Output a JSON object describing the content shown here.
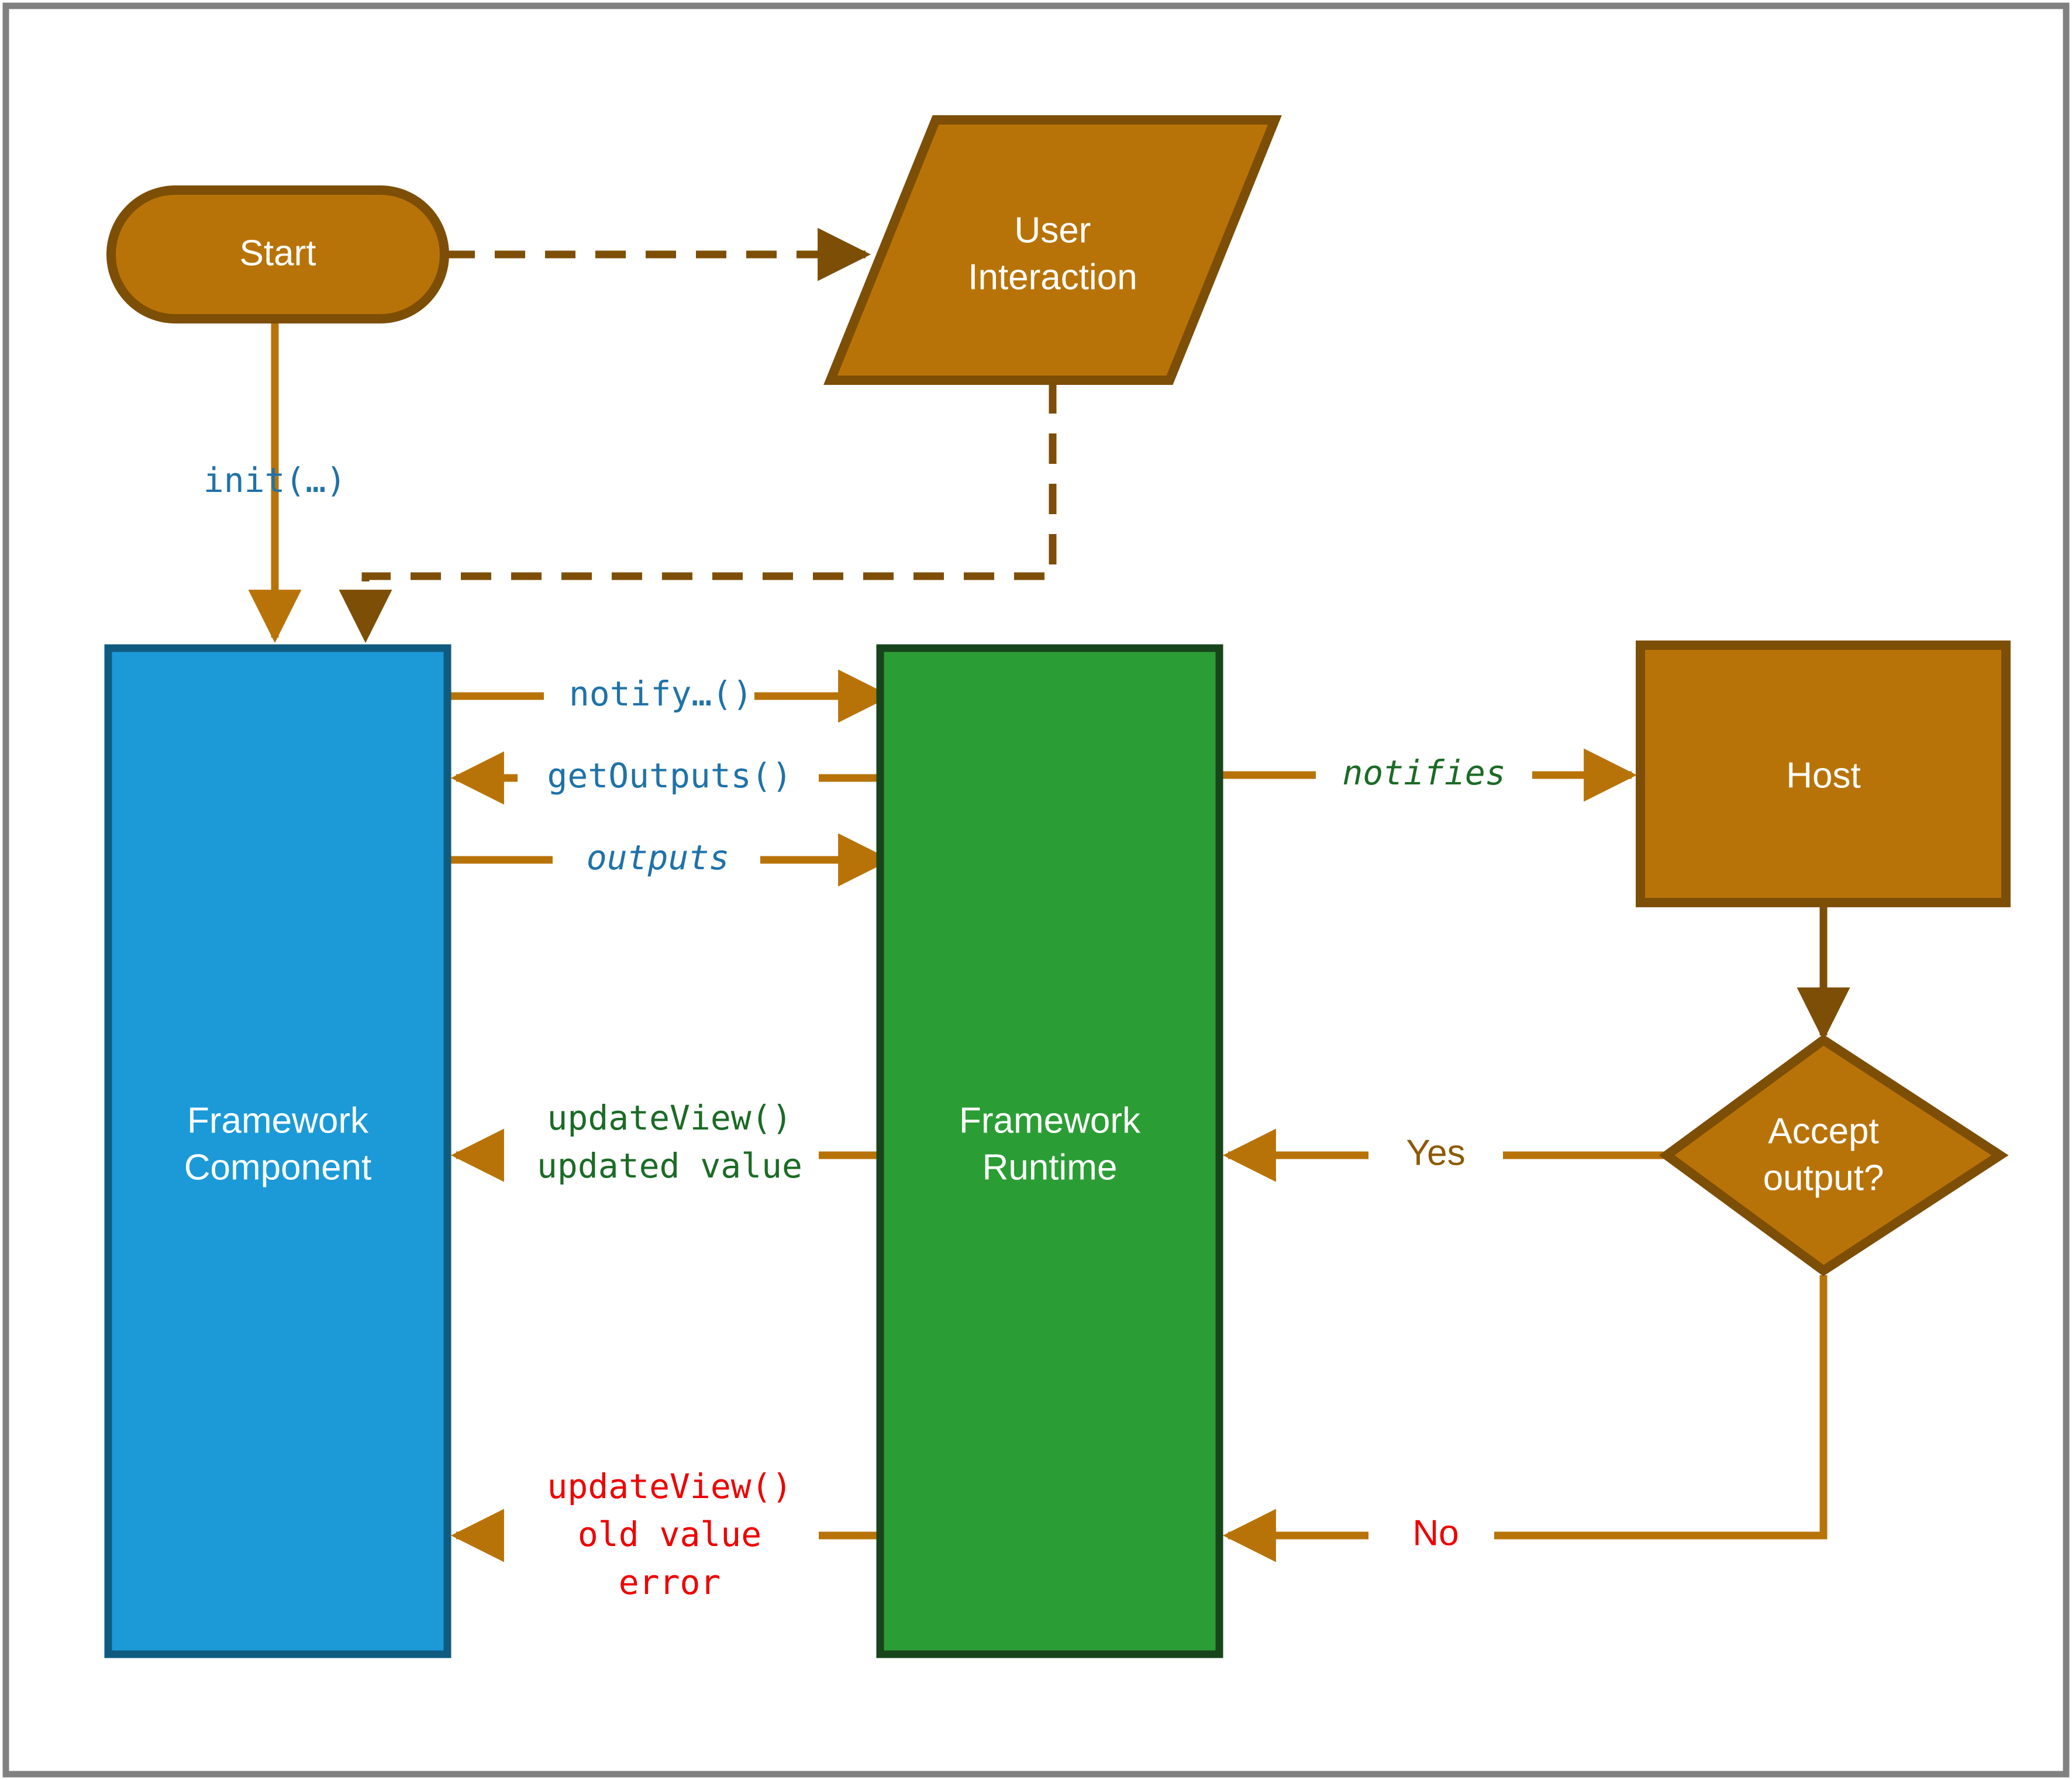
{
  "diagram": {
    "title": "Framework component / runtime / host interaction flow",
    "frame": {
      "border_color": "#808080",
      "background": "#ffffff"
    },
    "palette": {
      "orange_fill": "#b87308",
      "orange_stroke": "#7d4e05",
      "blue_fill": "#1b9ad7",
      "blue_stroke": "#0f5b80",
      "green_fill": "#2b9d35",
      "green_stroke": "#18441b",
      "edge_orange": "#b87308",
      "edge_dark_brown": "#7d4e05",
      "label_blue": "#1f72a8",
      "label_green": "#1b6b26",
      "label_red": "#ef0000",
      "label_brown": "#8c5a06"
    },
    "nodes": [
      {
        "id": "start",
        "label": "Start",
        "shape": "stadium",
        "fill": "#b87308",
        "text_color": "#ffffff"
      },
      {
        "id": "user_interaction",
        "label_line1": "User",
        "label_line2": "Interaction",
        "shape": "parallelogram",
        "fill": "#b87308",
        "text_color": "#ffffff"
      },
      {
        "id": "framework_component",
        "label_line1": "Framework",
        "label_line2": "Component",
        "shape": "rectangle",
        "fill": "#1b9ad7",
        "text_color": "#ffffff"
      },
      {
        "id": "framework_runtime",
        "label_line1": "Framework",
        "label_line2": "Runtime",
        "shape": "rectangle",
        "fill": "#2b9d35",
        "text_color": "#ffffff"
      },
      {
        "id": "host",
        "label": "Host",
        "shape": "rectangle",
        "fill": "#b87308",
        "text_color": "#ffffff"
      },
      {
        "id": "accept_output",
        "label_line1": "Accept",
        "label_line2": "output?",
        "shape": "diamond",
        "fill": "#b87308",
        "text_color": "#ffffff"
      }
    ],
    "edges": [
      {
        "id": "start-to-user",
        "from": "start",
        "to": "user_interaction",
        "style": "dashed",
        "color": "#7d4e05",
        "label": ""
      },
      {
        "id": "start-to-component",
        "from": "start",
        "to": "framework_component",
        "style": "solid",
        "color": "#b87308",
        "label": "init(…)",
        "label_color": "#1f72a8",
        "label_font": "mono"
      },
      {
        "id": "user-to-component",
        "from": "user_interaction",
        "to": "framework_component",
        "style": "dashed",
        "color": "#7d4e05",
        "label": ""
      },
      {
        "id": "component-to-runtime-notify",
        "from": "framework_component",
        "to": "framework_runtime",
        "style": "solid",
        "color": "#b87308",
        "label": "notify…()",
        "label_color": "#1f72a8",
        "label_font": "mono"
      },
      {
        "id": "runtime-to-component-getoutputs",
        "from": "framework_runtime",
        "to": "framework_component",
        "style": "solid",
        "color": "#b87308",
        "label": "getOutputs()",
        "label_color": "#1f72a8",
        "label_font": "mono"
      },
      {
        "id": "component-to-runtime-outputs",
        "from": "framework_component",
        "to": "framework_runtime",
        "style": "solid",
        "color": "#b87308",
        "label": "outputs",
        "label_color": "#1f72a8",
        "label_font": "mono-italic"
      },
      {
        "id": "runtime-to-host-notifies",
        "from": "framework_runtime",
        "to": "host",
        "style": "solid",
        "color": "#b87308",
        "label": "notifies",
        "label_color": "#1b6b26",
        "label_font": "mono-italic"
      },
      {
        "id": "host-to-accept",
        "from": "host",
        "to": "accept_output",
        "style": "solid",
        "color": "#7d4e05",
        "label": ""
      },
      {
        "id": "accept-yes-to-runtime",
        "from": "accept_output",
        "to": "framework_runtime",
        "style": "solid",
        "color": "#b87308",
        "label": "Yes",
        "label_color": "#8c5a06",
        "label_font": "sans"
      },
      {
        "id": "runtime-to-component-updateview",
        "from": "framework_runtime",
        "to": "framework_component",
        "style": "solid",
        "color": "#b87308",
        "label_line1": "updateView()",
        "label_line2": "updated value",
        "label_color": "#1b6b26",
        "label_font": "mono"
      },
      {
        "id": "accept-no-to-runtime",
        "from": "accept_output",
        "to": "framework_runtime",
        "style": "solid",
        "color": "#b87308",
        "label": "No",
        "label_color": "#ef0000",
        "label_font": "sans"
      },
      {
        "id": "runtime-to-component-error",
        "from": "framework_runtime",
        "to": "framework_component",
        "style": "solid",
        "color": "#b87308",
        "label_line1": "updateView()",
        "label_line2": "old value",
        "label_line3": "error",
        "label_color": "#ef0000",
        "label_font": "mono"
      }
    ]
  }
}
